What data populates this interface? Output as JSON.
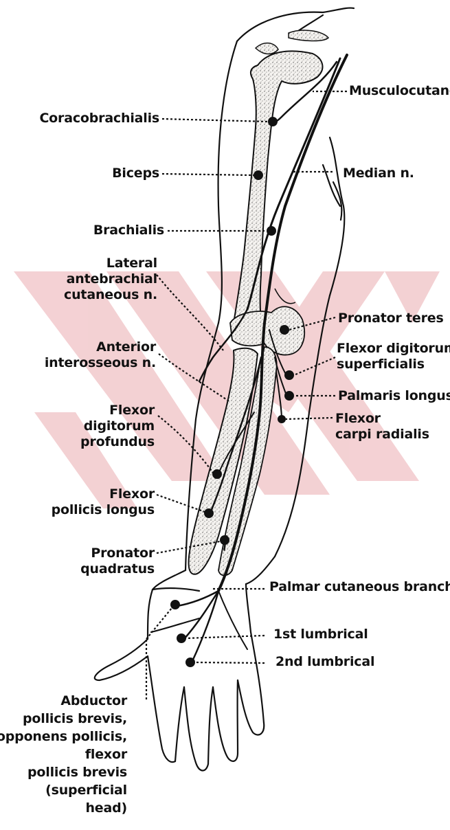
{
  "diagram": {
    "colors": {
      "ink": "#111111",
      "bone_fill": "#f4f2ef",
      "watermark": "#f2c9cc",
      "background": "#ffffff"
    },
    "labels": {
      "musculocutaneous": "Musculocutaneo",
      "coracobrachialis": "Coracobrachialis",
      "biceps": "Biceps",
      "median_n": "Median n.",
      "brachialis": "Brachialis",
      "lateral_antebrachial": "Lateral\nantebrachial\ncutaneous n.",
      "pronator_teres": "Pronator teres",
      "anterior_interosseous": "Anterior\ninterosseous n.",
      "flexor_digitorum_superficialis": "Flexor digitorum\nsuperficialis",
      "palmaris_longus": "Palmaris longus",
      "flexor_carpi_radialis": "Flexor\ncarpi radialis",
      "flexor_digitorum_profundus": "Flexor\ndigitorum\nprofundus",
      "flexor_pollicis_longus": "Flexor\npollicis longus",
      "pronator_quadratus": "Pronator\nquadratus",
      "palmar_cutaneous_branch": "Palmar cutaneous branch",
      "lumbrical_1": "1st lumbrical",
      "lumbrical_2": "2nd lumbrical",
      "abductor_group": "Abductor\npollicis brevis,\nopponens pollicis,\nflexor\npollicis brevis\n(superficial\nhead)"
    }
  }
}
